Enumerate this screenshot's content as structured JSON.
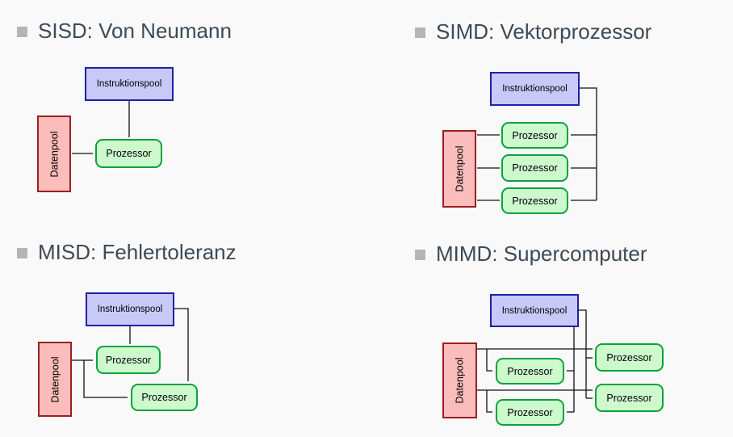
{
  "slide": {
    "background": "#f9f9f9",
    "title_color": "#3d4a55",
    "bullet_color": "#b5b5b5"
  },
  "labels": {
    "instruktionspool": "Instruktionspool",
    "datenpool": "Datenpool",
    "prozessor": "Prozessor"
  },
  "colors": {
    "instruktionspool_fill": "#c9c9f8",
    "instruktionspool_border": "#2020a6",
    "datenpool_fill": "#fbbcbc",
    "datenpool_border": "#992020",
    "prozessor_fill": "#cdf9cd",
    "prozessor_border": "#0ba23c",
    "arrow": "#111111"
  },
  "diagrams": [
    {
      "id": "sisd",
      "title": "SISD: Von Neumann",
      "processor_count": 1
    },
    {
      "id": "simd",
      "title": "SIMD: Vektorprozessor",
      "processor_count": 3
    },
    {
      "id": "misd",
      "title": "MISD: Fehlertoleranz",
      "processor_count": 2
    },
    {
      "id": "mimd",
      "title": "MIMD: Supercomputer",
      "processor_count": 4
    }
  ]
}
